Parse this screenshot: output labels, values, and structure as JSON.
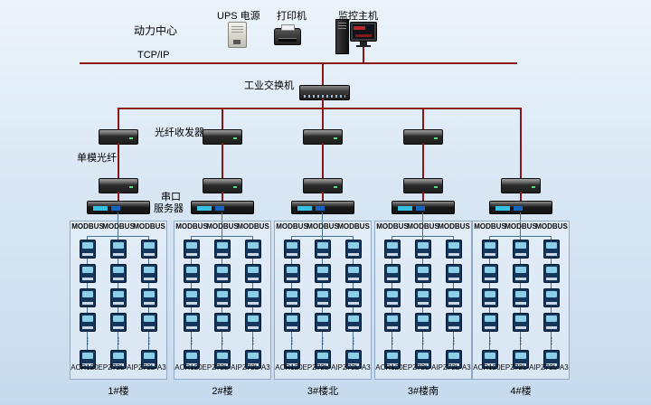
{
  "colors": {
    "background": "#d9e7f4",
    "backbone_line": "#8c1515",
    "panel_line": "#4a7396",
    "meter_body": "#14365c",
    "meter_screen": "#8ecfe8"
  },
  "top": {
    "power_center": "动力中心",
    "ups_label": "UPS 电源",
    "printer_label": "打印机",
    "host_label": "监控主机",
    "tcpip": "TCP/IP",
    "switch_label": "工业交换机"
  },
  "annotations": {
    "fiber_transceiver": "光纤收发器",
    "single_mode_fiber": "单模光纤",
    "serial_server_l1": "串口",
    "serial_server_l2": "服务器"
  },
  "panel": {
    "modbus": "MODBUS",
    "dots": "⋮",
    "meter_row_label": "ACR120EPZ72L-AIPZ72L-A3"
  },
  "groups": [
    {
      "building": "1#楼"
    },
    {
      "building": "2#楼"
    },
    {
      "building": "3#楼北"
    },
    {
      "building": "3#楼南"
    },
    {
      "building": "4#楼"
    }
  ]
}
